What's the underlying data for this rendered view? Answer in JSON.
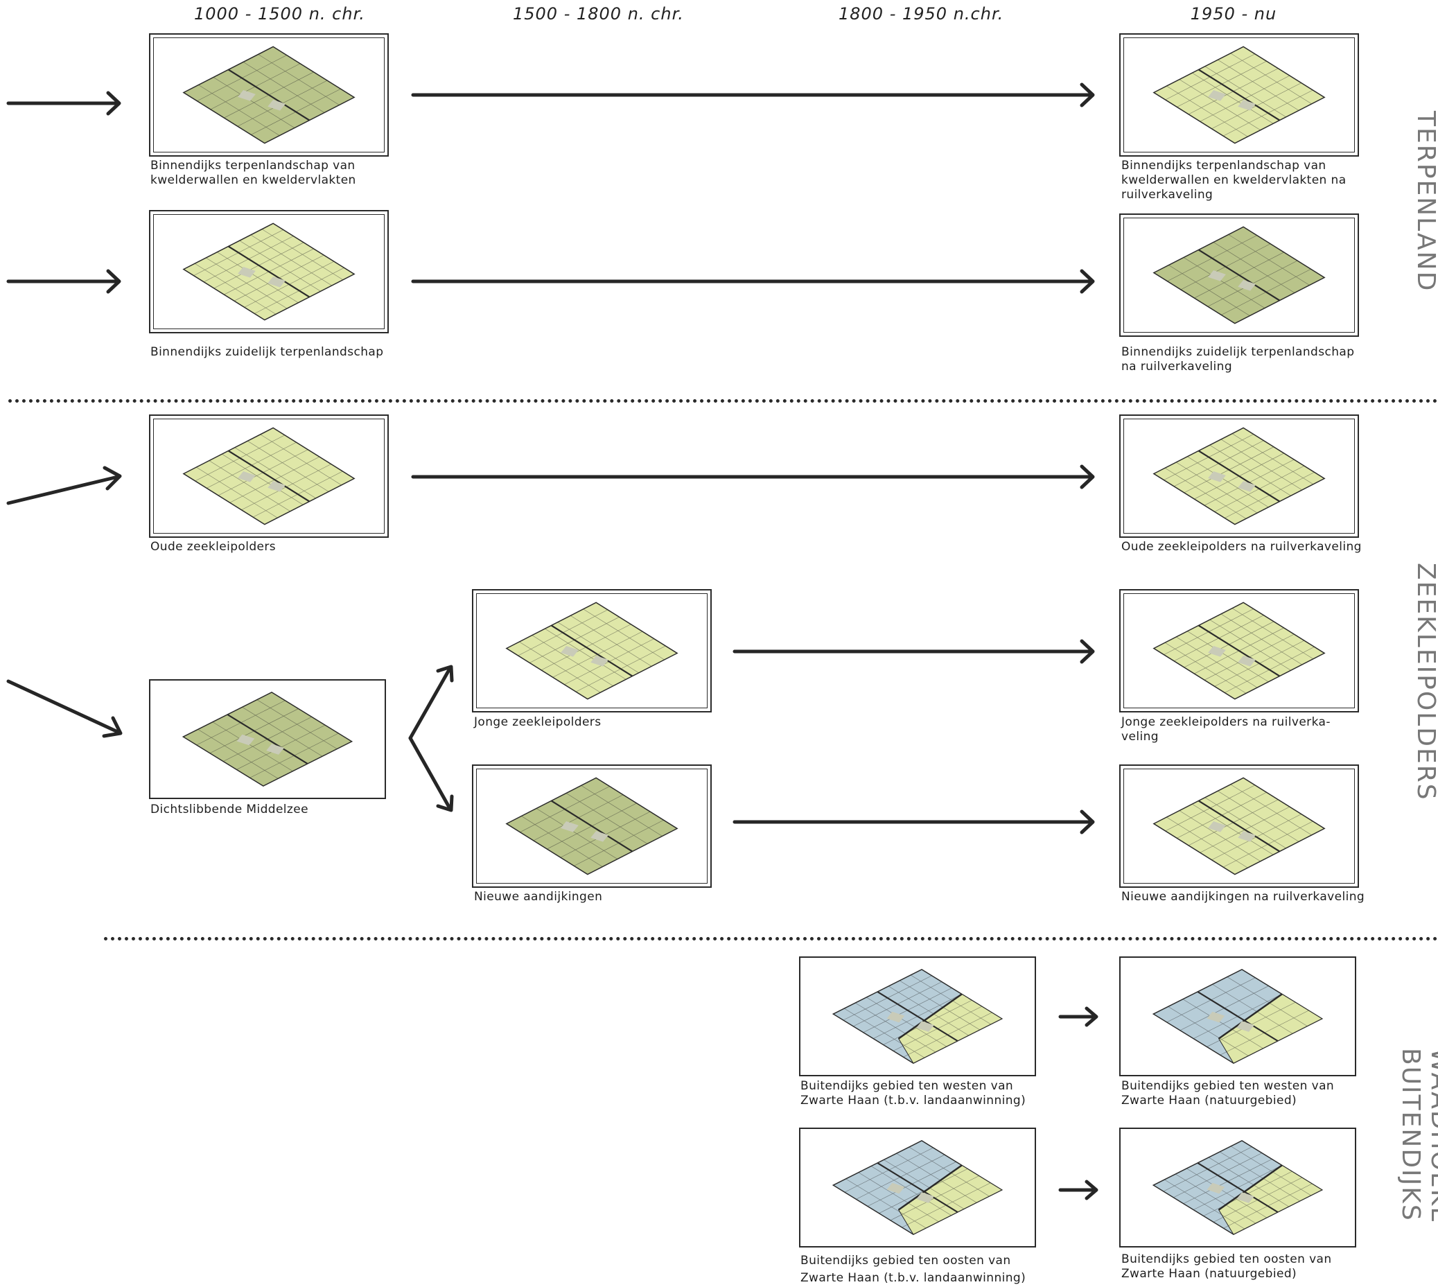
{
  "periods": [
    "1000 - 1500 n. chr.",
    "1500 - 1800 n. chr.",
    "1800 - 1950 n.chr.",
    "1950 - nu"
  ],
  "sections": {
    "terpenland": "TERPENLAND",
    "zeekleipolders": "ZEEKLEIPOLDERS",
    "waadhoeke_line1": "WAADHOEKE",
    "waadhoeke_line2": "BUITENDIJKS"
  },
  "captions": {
    "c1": "Binnendijks terpenlandschap van kwelderwallen en kweldervlakten",
    "c2": "Binnendijks terpenlandschap van kwelderwallen en kweldervlakten na ruilverkaveling",
    "c3": "Binnendijks zuidelijk terpenlandschap",
    "c4": "Binnendijks zuidelijk terpenlandschap na ruilverkaveling",
    "c5": "Oude zeekleipolders",
    "c6": "Oude zeekleipolders na ruilverkaveling",
    "c7": "Dichtslibbende Middelzee",
    "c8": "Jonge zeekleipolders",
    "c9": "Jonge zeekleipolders na ruilverka-veling",
    "c10": "Nieuwe aandijkingen",
    "c11": "Nieuwe aandijkingen na ruilverkaveling",
    "c12": "Buitendijks gebied ten westen van Zwarte Haan (t.b.v. landaanwinning)",
    "c13": "Buitendijks gebied ten westen van Zwarte Haan (natuurgebied)",
    "c14": "Buitendijks gebied ten oosten van Zwarte Haan (t.b.v. landaanwinning)",
    "c15": "Buitendijks gebied ten oosten van Zwarte Haan (natuurgebied)"
  },
  "colors": {
    "land_green": "#dfe7a8",
    "land_dark": "#b9c48a",
    "land_grey": "#c9cbb8",
    "water_blue": "#b7cdd8",
    "sand": "#efe6c2",
    "ink": "#2a2a2a",
    "label_grey": "#777777"
  }
}
